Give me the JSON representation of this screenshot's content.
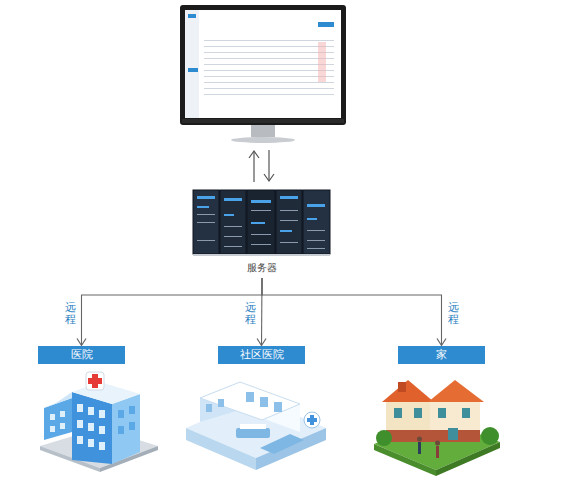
{
  "diagram": {
    "nodes": [
      {
        "text": [
          "服务器"
        ]
      },
      {
        "text": [
          "医院"
        ]
      },
      {
        "text": [
          "社区医院"
        ]
      },
      {
        "text": [
          "家"
        ]
      }
    ],
    "edges": [
      {
        "from": 0,
        "to": 1,
        "arrow": "to",
        "label": "远程"
      },
      {
        "from": 0,
        "to": 2,
        "arrow": "to",
        "label": "远程"
      },
      {
        "from": 0,
        "to": 3,
        "arrow": "to",
        "label": "远程"
      }
    ]
  }
}
